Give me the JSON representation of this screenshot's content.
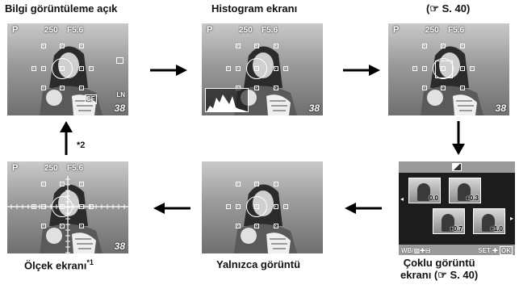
{
  "captions": {
    "info_on": "Bilgi görüntüleme açık",
    "histogram": "Histogram ekranı",
    "ref_top": "(☞ S. 40)",
    "scale": "Ölçek ekranı",
    "scale_sup": "*1",
    "image_only": "Yalnızca görüntü",
    "multi_line1": "Çoklu görüntü",
    "multi_line2": "ekranı (☞ S. 40)"
  },
  "arrow_note": "*2",
  "overlay": {
    "mode": "P",
    "shutter": "250",
    "aperture": "F5.6",
    "frames": "38",
    "card": "CF",
    "quality": "LN"
  },
  "multi_view": {
    "header_icon": "exposure-compensation-icon",
    "values": [
      "0.0",
      "+0.3",
      "+0.7",
      "+1.0"
    ],
    "footer_left": "WB/",
    "footer_right": "SET",
    "ok": "OK"
  },
  "colors": {
    "overlay_text": "#ffffff",
    "multi_bg": "#1c1c1c",
    "multi_footer": "#9a9a9a",
    "arrow": "#000000"
  }
}
